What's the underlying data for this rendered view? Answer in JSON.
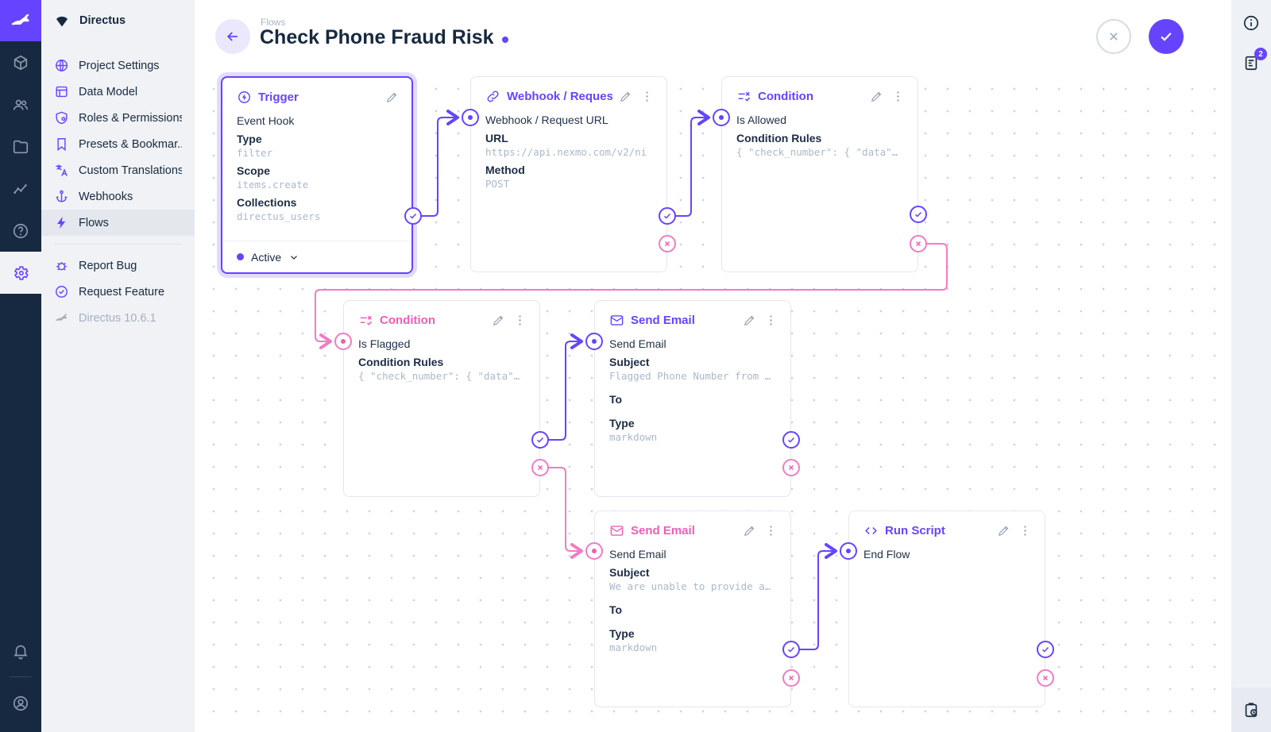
{
  "brand": {
    "name": "Directus",
    "accent_color": "#6644FF",
    "reject_color": "#EC5FB8"
  },
  "nav": {
    "project_name": "Directus",
    "items": [
      {
        "label": "Project Settings"
      },
      {
        "label": "Data Model"
      },
      {
        "label": "Roles & Permissions"
      },
      {
        "label": "Presets & Bookmar..."
      },
      {
        "label": "Custom Translations"
      },
      {
        "label": "Webhooks"
      },
      {
        "label": "Flows"
      }
    ],
    "footer_items": [
      {
        "label": "Report Bug"
      },
      {
        "label": "Request Feature"
      }
    ],
    "version": "Directus 10.6.1"
  },
  "header": {
    "breadcrumb": "Flows",
    "title": "Check Phone Fraud Risk"
  },
  "sidebar_right": {
    "notification_count": "2"
  },
  "flow": {
    "trigger": {
      "title": "Trigger",
      "line1": "Event Hook",
      "fields": [
        {
          "label": "Type",
          "value": "filter"
        },
        {
          "label": "Scope",
          "value": "items.create"
        },
        {
          "label": "Collections",
          "value": "directus_users"
        }
      ],
      "status": "Active"
    },
    "webhook": {
      "title": "Webhook / Request URL",
      "line1": "Webhook / Request URL",
      "fields": [
        {
          "label": "URL",
          "value": "https://api.nexmo.com/v2/ni"
        },
        {
          "label": "Method",
          "value": "POST"
        }
      ]
    },
    "condition_allowed": {
      "title": "Condition",
      "line1": "Is Allowed",
      "fields": [
        {
          "label": "Condition Rules",
          "value": "{ \"check_number\": { \"data\"…"
        }
      ]
    },
    "condition_flagged": {
      "title": "Condition",
      "line1": "Is Flagged",
      "fields": [
        {
          "label": "Condition Rules",
          "value": "{ \"check_number\": { \"data\"…"
        }
      ]
    },
    "email_flagged": {
      "title": "Send Email",
      "line1": "Send Email",
      "fields": [
        {
          "label": "Subject",
          "value": "Flagged Phone Number from …"
        },
        {
          "label": "To",
          "value": ""
        },
        {
          "label": "Type",
          "value": "markdown"
        }
      ]
    },
    "email_unable": {
      "title": "Send Email",
      "line1": "Send Email",
      "fields": [
        {
          "label": "Subject",
          "value": "We are unable to provide a…"
        },
        {
          "label": "To",
          "value": ""
        },
        {
          "label": "Type",
          "value": "markdown"
        }
      ]
    },
    "run_script": {
      "title": "Run Script",
      "line1": "End Flow"
    }
  }
}
